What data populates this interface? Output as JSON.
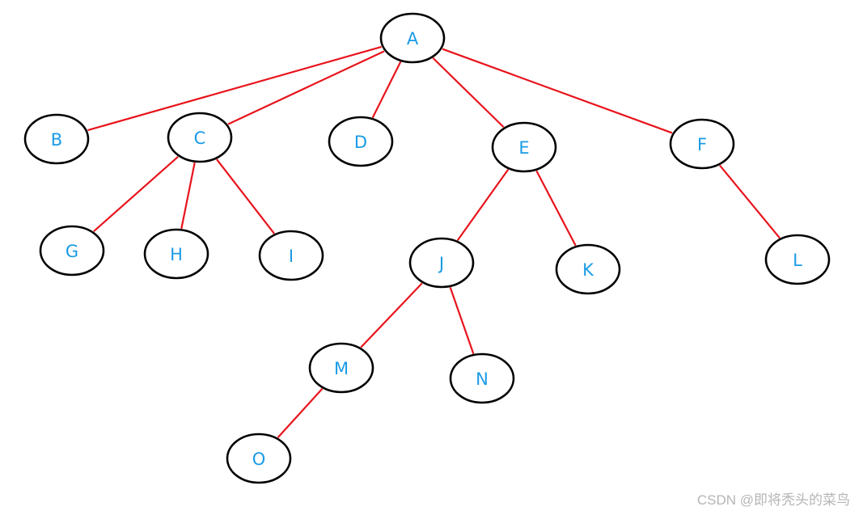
{
  "colors": {
    "edge": "#e8141c",
    "node_stroke": "#000000",
    "label": "#1a9be6",
    "watermark": "#b5b5b5"
  },
  "nodes": [
    "A",
    "B",
    "C",
    "D",
    "E",
    "F",
    "G",
    "H",
    "I",
    "J",
    "K",
    "L",
    "M",
    "N",
    "O"
  ],
  "edges": [
    [
      "A",
      "B"
    ],
    [
      "A",
      "C"
    ],
    [
      "A",
      "D"
    ],
    [
      "A",
      "E"
    ],
    [
      "A",
      "F"
    ],
    [
      "C",
      "G"
    ],
    [
      "C",
      "H"
    ],
    [
      "C",
      "I"
    ],
    [
      "E",
      "J"
    ],
    [
      "E",
      "K"
    ],
    [
      "F",
      "L"
    ],
    [
      "J",
      "M"
    ],
    [
      "J",
      "N"
    ],
    [
      "M",
      "O"
    ]
  ],
  "watermark": "CSDN @即将秃头的菜鸟"
}
